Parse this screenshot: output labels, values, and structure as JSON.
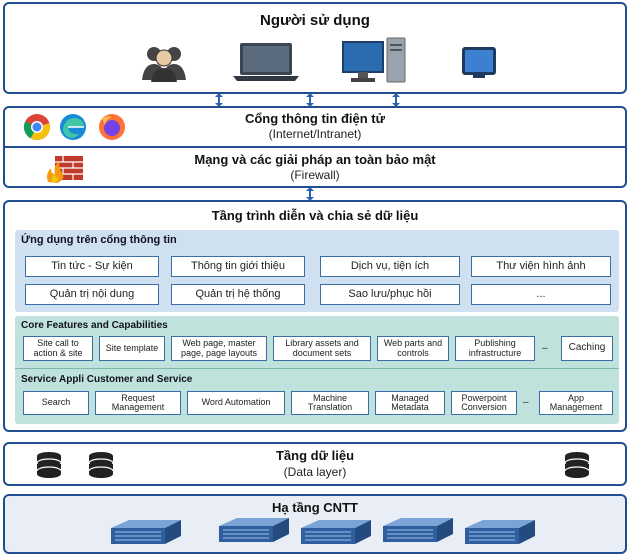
{
  "users": {
    "title": "Người sử dụng"
  },
  "portal": {
    "title": "Cổng thông tin điện tử",
    "subtitle": "(Internet/Intranet)"
  },
  "network": {
    "title": "Mạng và các giải pháp an toàn bảo mật",
    "subtitle": "(Firewall)"
  },
  "presentation": {
    "title": "Tầng trình diễn và chia sẻ dữ liệu",
    "apps": {
      "title": "Ứng dụng trên cổng thông tin",
      "items": [
        "Tin tức - Sự kiện",
        "Thông tin giới thiệu",
        "Dịch vụ, tiện ích",
        "Thư viện hình ảnh",
        "Quản trị nội dung",
        "Quản trị hệ thống",
        "Sao lưu/phục hồi",
        "..."
      ]
    },
    "core": {
      "title": "Core Features and Capabilities",
      "items": [
        "Site call to action & site",
        "Site template",
        "Web page, master page, page layouts",
        "Library assets and document sets",
        "Web parts and controls",
        "Publishing infrastructure",
        "–",
        "Caching"
      ]
    },
    "service": {
      "title": "Service Appli Customer and Service",
      "items": [
        "Search",
        "Request Management",
        "Word Automation",
        "Machine Translation",
        "Managed Metadata",
        "Powerpoint Conversion",
        "–",
        "App Management"
      ]
    }
  },
  "data_layer": {
    "title": "Tầng dữ liệu",
    "subtitle": "(Data layer)"
  },
  "infra": {
    "title": "Hạ tầng CNTT"
  },
  "colors": {
    "border": "#1f4f8f",
    "apps_bg": "#cfe0f0",
    "core_bg": "#bfe3dc",
    "arrow": "#2a62b3",
    "infra_bg": "#e9eef6"
  },
  "icons": [
    "users-icon",
    "laptop-icon",
    "desktop-icon",
    "tablet-icon",
    "chrome-icon",
    "edge-icon",
    "firefox-icon",
    "firewall-icon",
    "database-icon",
    "server-rack-icon",
    "updown-arrow-icon"
  ]
}
